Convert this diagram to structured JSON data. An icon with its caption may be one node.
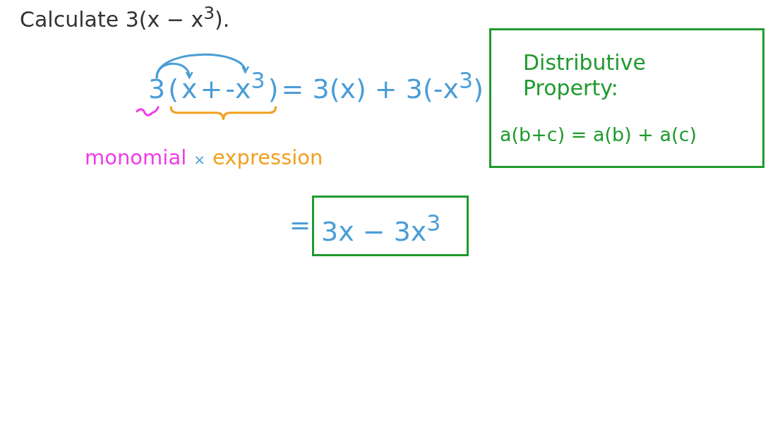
{
  "diagram": {
    "title": "Calculate 3(x − x$^{3}$).",
    "nodes": [
      {
        "text": [
          "3"
        ]
      },
      {
        "text": [
          "x"
        ]
      },
      {
        "text": [
          "-x$^{3}$"
        ]
      },
      {
        "text": [
          "Distributive Property:",
          "a(b+c) = a(b) + a(c)"
        ]
      },
      {
        "text": [
          "3x − 3x$^{3}$"
        ]
      }
    ],
    "edges": [
      {
        "from": 0,
        "to": 1,
        "arrow": "to"
      },
      {
        "from": 0,
        "to": 2,
        "arrow": "to"
      }
    ],
    "labels": [
      "(",
      "+",
      ")",
      "= 3(x) + 3(-x$^{3}$)",
      "monomial",
      "×",
      "expression",
      "="
    ]
  }
}
